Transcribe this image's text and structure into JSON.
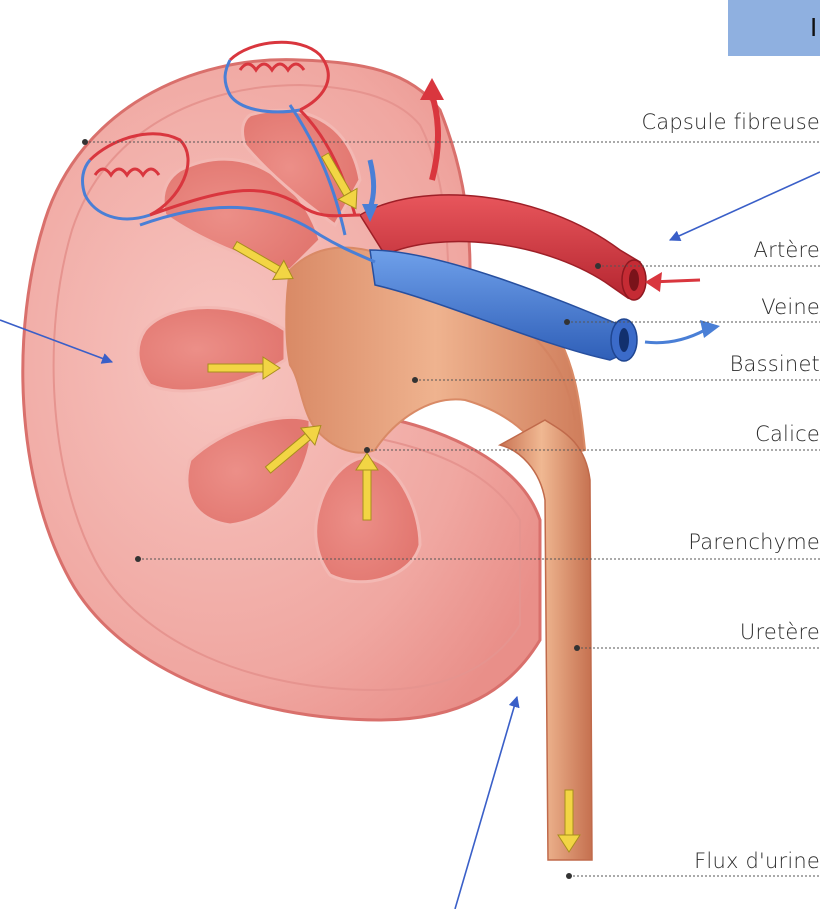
{
  "header": {
    "title_fragment": "I",
    "box_color": "#8fb0e0"
  },
  "labels": {
    "capsule": "Capsule fibreuse",
    "artere": "Artère",
    "veine": "Veine",
    "bassinet": "Bassinet",
    "calice": "Calice",
    "parenchyme": "Parenchyme",
    "uretere": "Uretère",
    "flux": "Flux d'urine"
  },
  "colors": {
    "cortex": "#f3b3ad",
    "medulla": "#e8867f",
    "pelvis": "#e7a07a",
    "artery": "#d9363e",
    "vein": "#4a7fd6",
    "flow_arrows": "#f2d544",
    "pointer_arrows": "#3a5fc8"
  }
}
